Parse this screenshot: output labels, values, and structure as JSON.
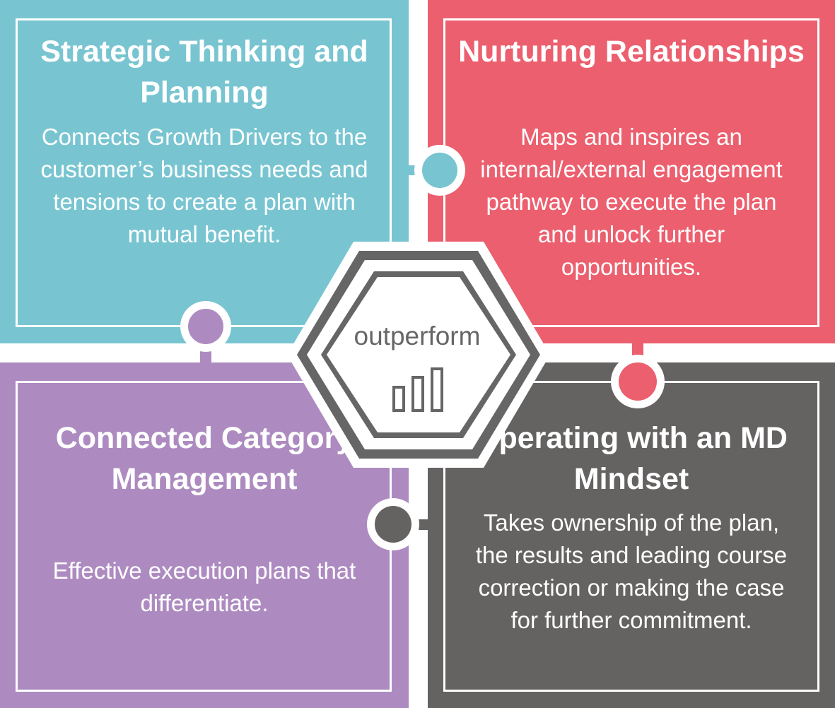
{
  "colors": {
    "teal": "#78c5d1",
    "coral": "#ec5f6e",
    "purple": "#ad8bc0",
    "gray": "#646362",
    "hub_ring": "#666666"
  },
  "quadrants": {
    "strategic": {
      "title": "Strategic Thinking and Planning",
      "description": "Connects Growth Drivers to the customer’s business needs and tensions to create a plan with mutual benefit."
    },
    "relationships": {
      "title": "Nurturing Relationships",
      "description": "Maps and inspires an internal/external engagement pathway to execute the plan and unlock further opportunities."
    },
    "category": {
      "title": "Connected Category Management",
      "description": "Effective execution plans that differentiate."
    },
    "mindset": {
      "title": "Operating with an MD Mindset",
      "description": "Takes ownership of the plan, the results and leading course correction or making the case for further commitment."
    }
  },
  "hub": {
    "label": "outperform",
    "icon": "bar-chart-icon"
  }
}
